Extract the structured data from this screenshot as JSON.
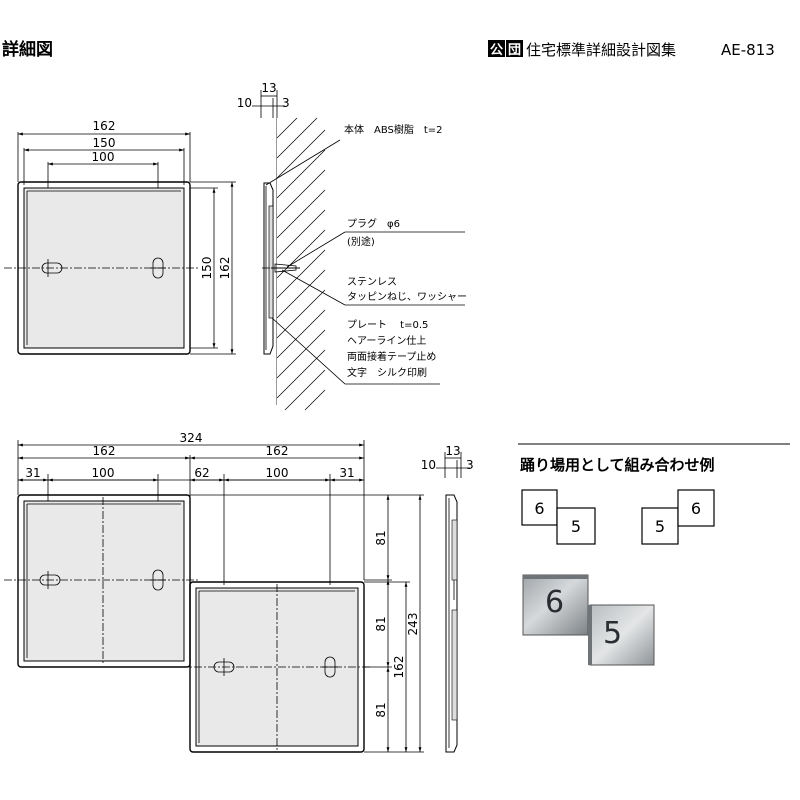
{
  "header": {
    "title": "詳細図",
    "badge1": "公",
    "badge2": "団",
    "catalog": "住宅標準詳細設計図集",
    "code": "AE-813"
  },
  "top_drawing": {
    "dims": {
      "w162": "162",
      "w150": "150",
      "w100": "100",
      "h150": "150",
      "h162": "162",
      "side13": "13",
      "side10": "10",
      "side3": "3"
    },
    "notes": {
      "body": "本体　ABS樹脂　t=2",
      "plug1": "プラグ　φ6",
      "plug2": "(別途)",
      "screw1": "ステンレス",
      "screw2": "タッピンねじ、ワッシャー",
      "plate1": "プレート　 t=0.5",
      "plate2": "ヘアーライン仕上",
      "plate3": "両面接着テープ止め",
      "plate4": "文字　シルク印刷"
    }
  },
  "bottom_drawing": {
    "dims": {
      "w324": "324",
      "w162a": "162",
      "w162b": "162",
      "d31a": "31",
      "d100a": "100",
      "d62": "62",
      "d100b": "100",
      "d31b": "31",
      "v81a": "81",
      "v81b": "81",
      "v81c": "81",
      "v162": "162",
      "v243": "243",
      "side13": "13",
      "side10": "10",
      "side3": "3"
    }
  },
  "example": {
    "heading": "踊り場用として組み合わせ例",
    "cards": [
      "6",
      "5",
      "5",
      "6"
    ],
    "photo": [
      "6",
      "5"
    ]
  }
}
